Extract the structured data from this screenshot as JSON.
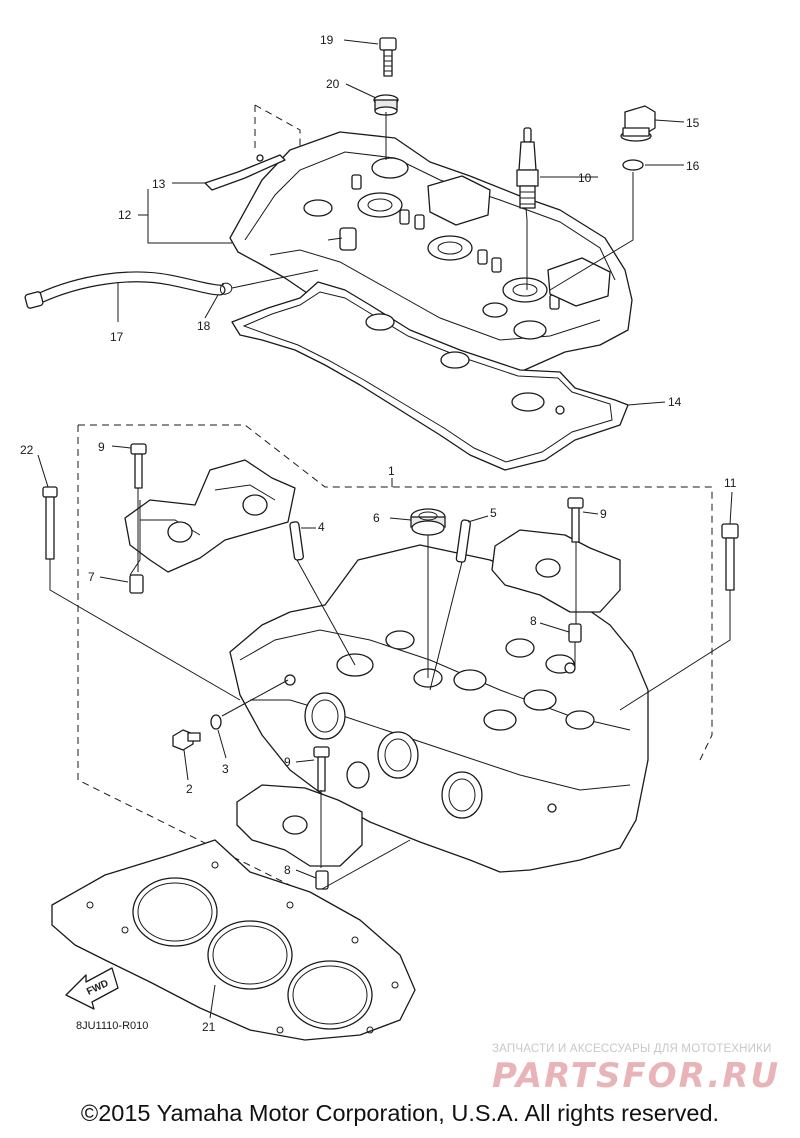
{
  "diagram": {
    "callouts": [
      "19",
      "20",
      "15",
      "16",
      "10",
      "13",
      "12",
      "17",
      "18",
      "14",
      "1",
      "22",
      "9",
      "7",
      "4",
      "6",
      "5",
      "9",
      "11",
      "8",
      "3",
      "2",
      "9",
      "8",
      "21"
    ],
    "drawing_code": "8JU1110-R010",
    "fwd_label": "FWD"
  },
  "watermark": {
    "tagline": "ЗАПЧАСТИ И АКСЕССУАРЫ ДЛЯ МОТОТЕХНИКИ",
    "logo": "PARTSFOR.RU"
  },
  "footer": {
    "copyright": "©2015 Yamaha Motor Corporation, U.S.A. All rights reserved."
  }
}
